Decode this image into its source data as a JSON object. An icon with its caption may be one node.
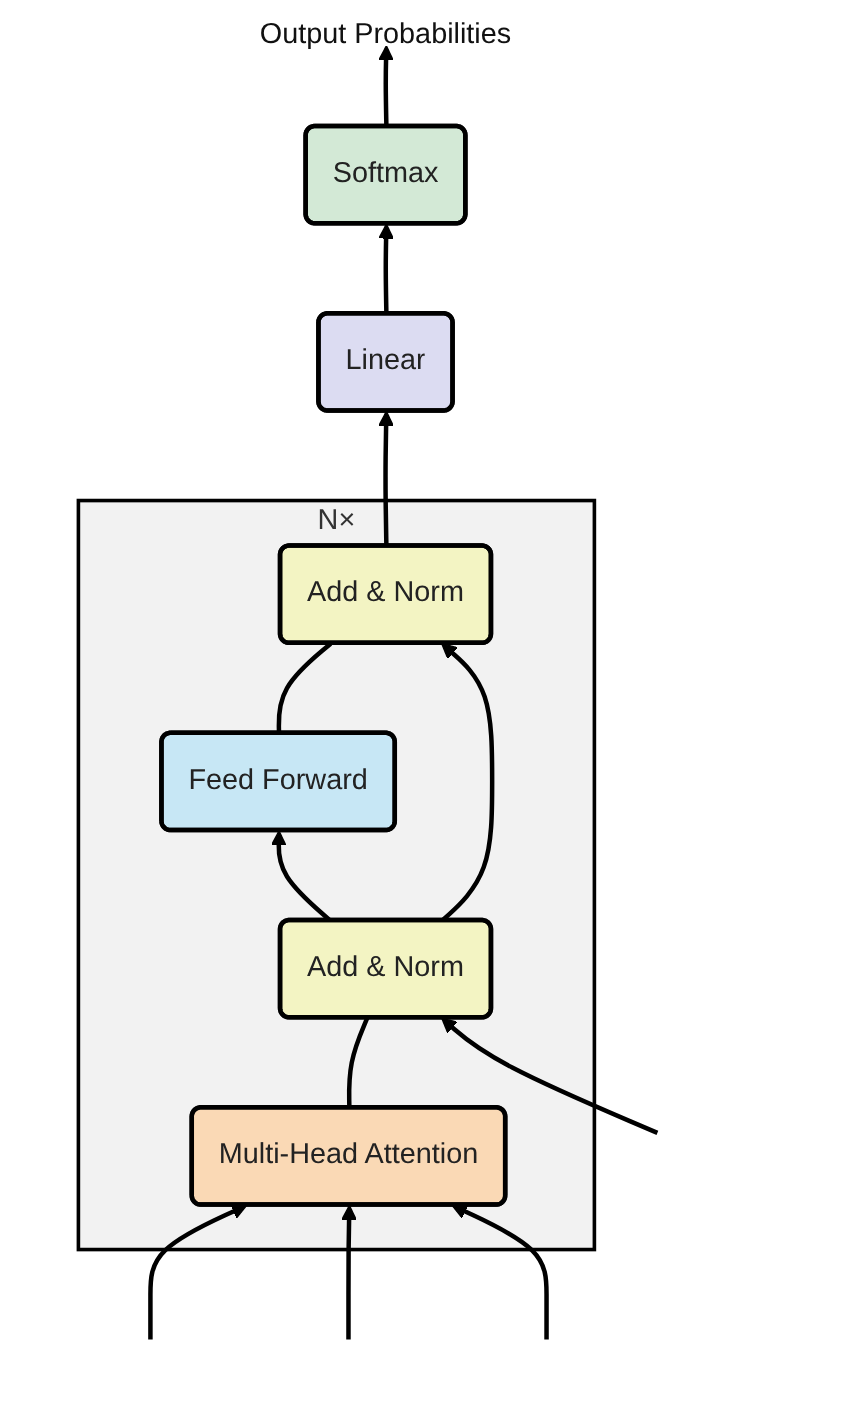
{
  "diagram": {
    "nodes": [
      {
        "text": [
          "Output Probabilities"
        ]
      },
      {
        "text": [
          "Softmax"
        ]
      },
      {
        "text": [
          "Linear"
        ]
      },
      {
        "text": [],
        "shape": "box",
        "beside": [
          "N×"
        ]
      },
      {
        "text": [
          "Add & Norm"
        ],
        "in": 3
      },
      {
        "text": [
          "Feed Forward"
        ],
        "in": 3
      },
      {
        "text": [
          "Add & Norm"
        ],
        "in": 3
      },
      {
        "text": [
          "Multi-Head Attention"
        ],
        "in": 3
      }
    ],
    "edges": [
      {
        "from": 1,
        "to": 0,
        "arrow": "to"
      },
      {
        "from": 2,
        "to": 1,
        "arrow": "to"
      },
      {
        "from": 4,
        "to": 2,
        "arrow": "to"
      },
      {
        "from": 5,
        "to": 4,
        "arrow": "none"
      },
      {
        "from": 6,
        "to": 5,
        "arrow": "to"
      },
      {
        "from": 6,
        "to": 4,
        "arrow": "to"
      },
      {
        "from": 7,
        "to": 6,
        "arrow": "none"
      },
      {
        "from": null,
        "to": 7,
        "arrow": "to"
      },
      {
        "from": null,
        "to": 7,
        "arrow": "to"
      },
      {
        "from": null,
        "to": 7,
        "arrow": "to"
      },
      {
        "from": null,
        "to": 6,
        "arrow": "to"
      }
    ]
  }
}
